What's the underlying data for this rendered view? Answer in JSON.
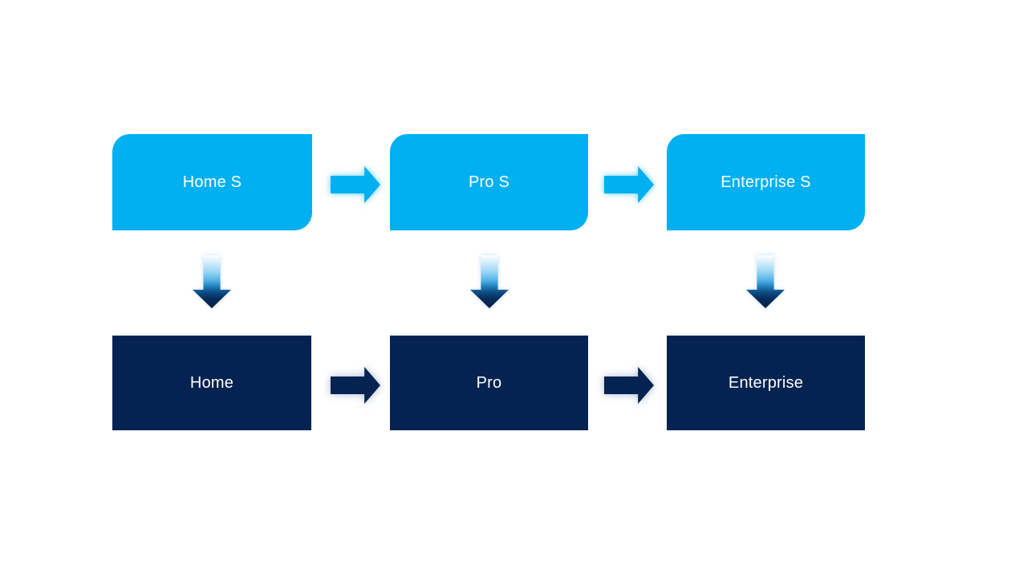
{
  "colors": {
    "background": "#ffffff",
    "light_blue": "#00b0f0",
    "navy": "#052350",
    "label_text": "#ffffff"
  },
  "diagram": {
    "description": "product-edition-upgrade-flow",
    "columns": [
      {
        "top_label": "Home S",
        "bottom_label": "Home"
      },
      {
        "top_label": "Pro S",
        "bottom_label": "Pro"
      },
      {
        "top_label": "Enterprise S",
        "bottom_label": "Enterprise"
      }
    ],
    "arrows": {
      "top_row_right_arrow_count": 2,
      "bottom_row_right_arrow_count": 2,
      "down_arrow_count": 3
    }
  }
}
